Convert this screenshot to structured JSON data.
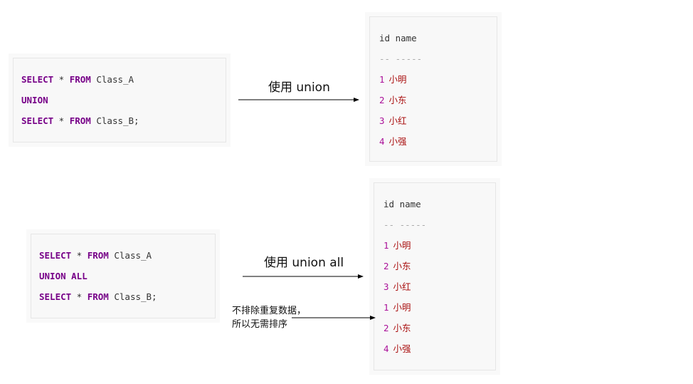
{
  "top": {
    "query": {
      "line1": {
        "kw1": "SELECT",
        "op": " * ",
        "kw2": "FROM",
        "table": " Class_A"
      },
      "line2": {
        "kw": "UNION"
      },
      "line3": {
        "kw1": "SELECT",
        "op": " * ",
        "kw2": "FROM",
        "table": " Class_B;"
      }
    },
    "arrow_label": "使用 union",
    "result": {
      "header": "id name",
      "separator": "-- -----",
      "rows": [
        {
          "id": "1",
          "name": "小明"
        },
        {
          "id": "2",
          "name": "小东"
        },
        {
          "id": "3",
          "name": "小红"
        },
        {
          "id": "4",
          "name": "小强"
        }
      ]
    }
  },
  "bottom": {
    "query": {
      "line1": {
        "kw1": "SELECT",
        "op": " * ",
        "kw2": "FROM",
        "table": " Class_A"
      },
      "line2": {
        "kw": "UNION ALL"
      },
      "line3": {
        "kw1": "SELECT",
        "op": " * ",
        "kw2": "FROM",
        "table": " Class_B;"
      }
    },
    "arrow_label": "使用 union all",
    "note_line1": "不排除重复数据，",
    "note_line2": "所以无需排序",
    "result": {
      "header": "id name",
      "separator": "-- -----",
      "rows": [
        {
          "id": "1",
          "name": "小明"
        },
        {
          "id": "2",
          "name": "小东"
        },
        {
          "id": "3",
          "name": "小红"
        },
        {
          "id": "1",
          "name": "小明"
        },
        {
          "id": "2",
          "name": "小东"
        },
        {
          "id": "4",
          "name": "小强"
        }
      ]
    }
  },
  "colors": {
    "keyword": "#770088",
    "number": "#aa1199",
    "string": "#aa1111",
    "box_bg": "#f8f8f8"
  }
}
